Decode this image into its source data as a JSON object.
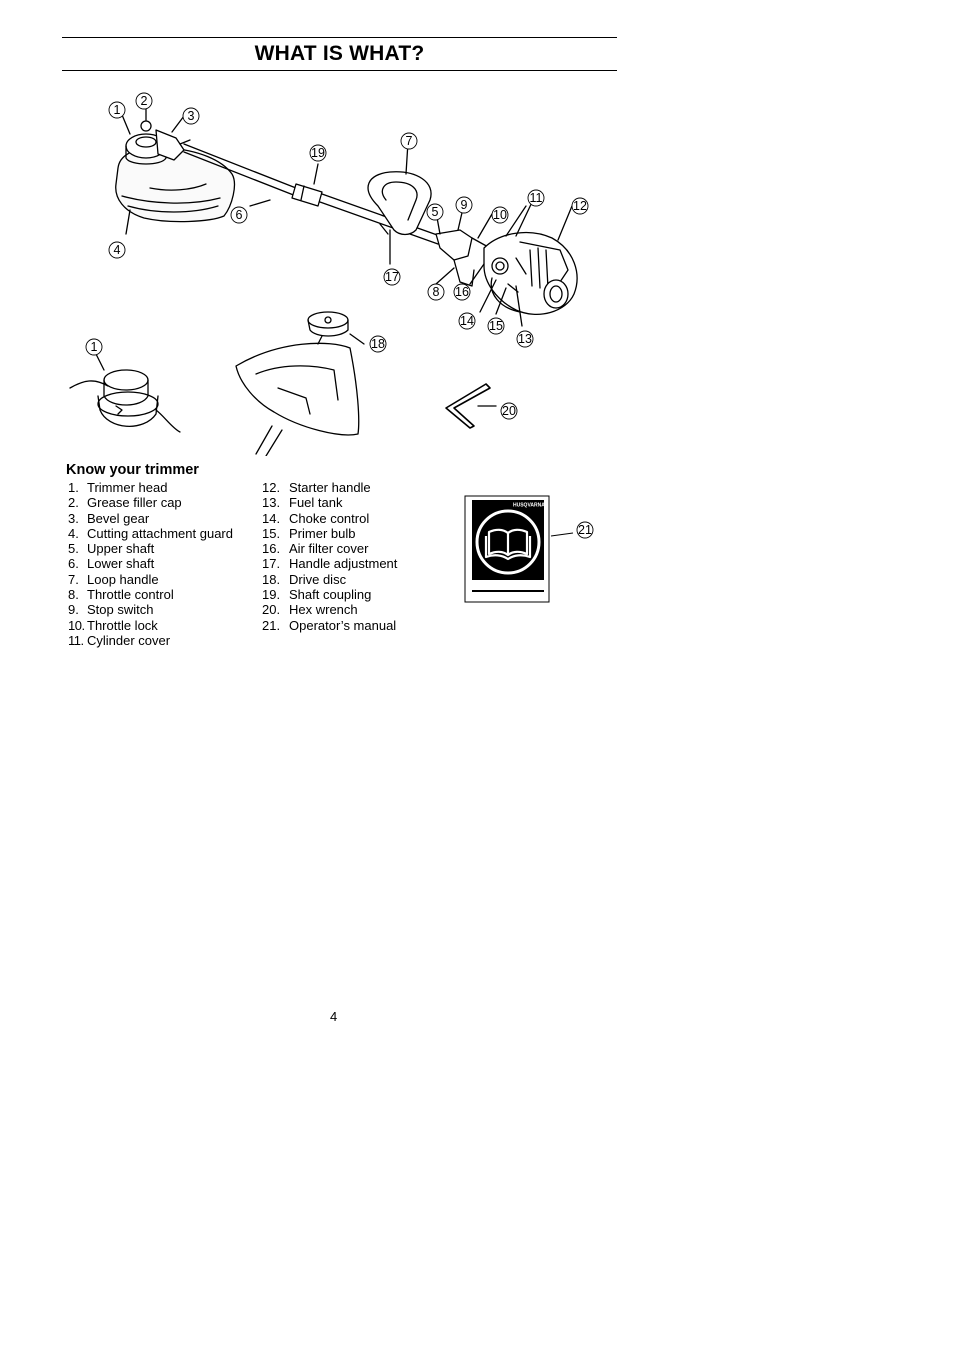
{
  "page": {
    "title": "WHAT IS WHAT?",
    "section_heading": "Know your trimmer",
    "page_number": "4"
  },
  "callouts": [
    "1",
    "2",
    "3",
    "4",
    "5",
    "6",
    "7",
    "8",
    "9",
    "10",
    "11",
    "12",
    "13",
    "14",
    "15",
    "16",
    "17",
    "18",
    "19",
    "20",
    "21"
  ],
  "manual_brand": "HUSQVARNA",
  "legend": {
    "column1": [
      {
        "num": "1.",
        "label": "Trimmer head"
      },
      {
        "num": "2.",
        "label": "Grease filler cap"
      },
      {
        "num": "3.",
        "label": "Bevel gear"
      },
      {
        "num": "4.",
        "label": "Cutting attachment guard"
      },
      {
        "num": "5.",
        "label": "Upper shaft"
      },
      {
        "num": "6.",
        "label": "Lower shaft"
      },
      {
        "num": "7.",
        "label": "Loop handle"
      },
      {
        "num": "8.",
        "label": "Throttle control"
      },
      {
        "num": "9.",
        "label": "Stop switch"
      },
      {
        "num": "10.",
        "label": "Throttle lock"
      },
      {
        "num": "11.",
        "label": "Cylinder cover"
      }
    ],
    "column2": [
      {
        "num": "12.",
        "label": "Starter handle"
      },
      {
        "num": "13.",
        "label": "Fuel tank"
      },
      {
        "num": "14.",
        "label": "Choke control"
      },
      {
        "num": "15.",
        "label": "Primer bulb"
      },
      {
        "num": "16.",
        "label": "Air filter cover"
      },
      {
        "num": "17.",
        "label": "Handle adjustment"
      },
      {
        "num": "18.",
        "label": "Drive disc"
      },
      {
        "num": "19.",
        "label": "Shaft coupling"
      },
      {
        "num": "20.",
        "label": "Hex wrench"
      },
      {
        "num": "21.",
        "label": "Operator’s manual"
      }
    ]
  }
}
